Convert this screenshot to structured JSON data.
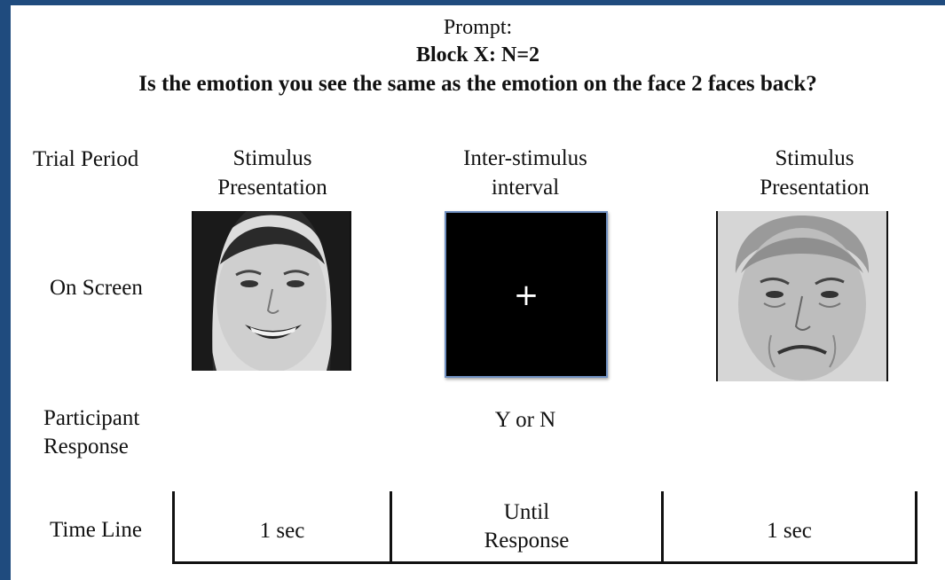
{
  "prompt": {
    "label": "Prompt:",
    "block": "Block X: N=2",
    "question": "Is the emotion you see the same as the emotion on the face 2 faces back?"
  },
  "rows": {
    "trial_period": "Trial Period",
    "on_screen": "On Screen",
    "participant_response": [
      "Participant",
      "Response"
    ],
    "time_line": "Time Line"
  },
  "columns": [
    {
      "header": [
        "Stimulus",
        "Presentation"
      ],
      "screen": "face-happy-woman",
      "response": "",
      "time": [
        "1 sec"
      ]
    },
    {
      "header": [
        "Inter-stimulus",
        "interval"
      ],
      "screen": "fixation-cross",
      "cross": "+",
      "response": "Y or N",
      "time": [
        "Until",
        "Response"
      ]
    },
    {
      "header": [
        "Stimulus",
        "Presentation"
      ],
      "screen": "face-sad-man",
      "response": "",
      "time": [
        "1 sec"
      ]
    }
  ],
  "colors": {
    "frame": "#1f4b7e",
    "isi_border": "#6f8fc0"
  }
}
